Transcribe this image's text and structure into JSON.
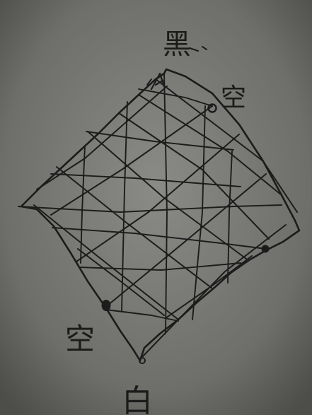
{
  "photo": {
    "subject": "hand-drawn-board-on-paper",
    "paper_color": "#6f6f6b",
    "ink_color": "#1c1c1c"
  },
  "labels": {
    "top_char": "黑",
    "top_right_char": "空",
    "bottom_left_char": "空",
    "bottom_char": "白"
  }
}
